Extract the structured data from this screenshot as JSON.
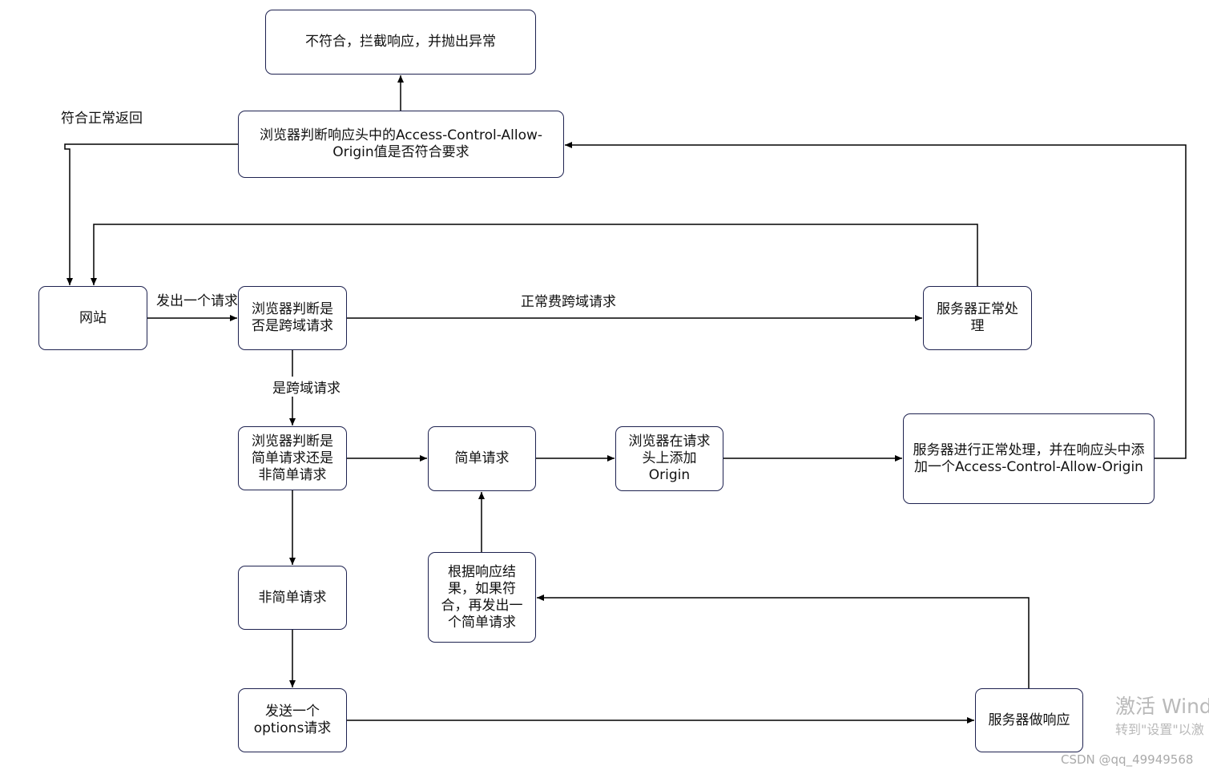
{
  "nodes": {
    "reject": "不符合，拦截响应，并抛出异常",
    "check_header": "浏览器判断响应头中的Access-Control-Allow-Origin值是否符合要求",
    "website": "网站",
    "check_cross": "浏览器判断是否是跨域请求",
    "server_normal": "服务器正常处理",
    "check_simple": "浏览器判断是简单请求还是非简单请求",
    "simple": "简单请求",
    "add_origin": "浏览器在请求头上添加Origin",
    "server_add_header": "服务器进行正常处理，并在响应头中添加一个Access-Control-Allow-Origin",
    "non_simple": "非简单请求",
    "resend": "根据响应结果，如果符合，再发出一个简单请求",
    "options": "发送一个options请求",
    "server_respond": "服务器做响应"
  },
  "edge_labels": {
    "normal_return": "符合正常返回",
    "send_request": "发出一个请求",
    "non_cross": "正常费跨域请求",
    "is_cross": "是跨域请求"
  },
  "watermark": {
    "activate_title": "激活 Wind",
    "activate_sub": "转到\"设置\"以激",
    "csdn": "CSDN @qq_49949568"
  }
}
